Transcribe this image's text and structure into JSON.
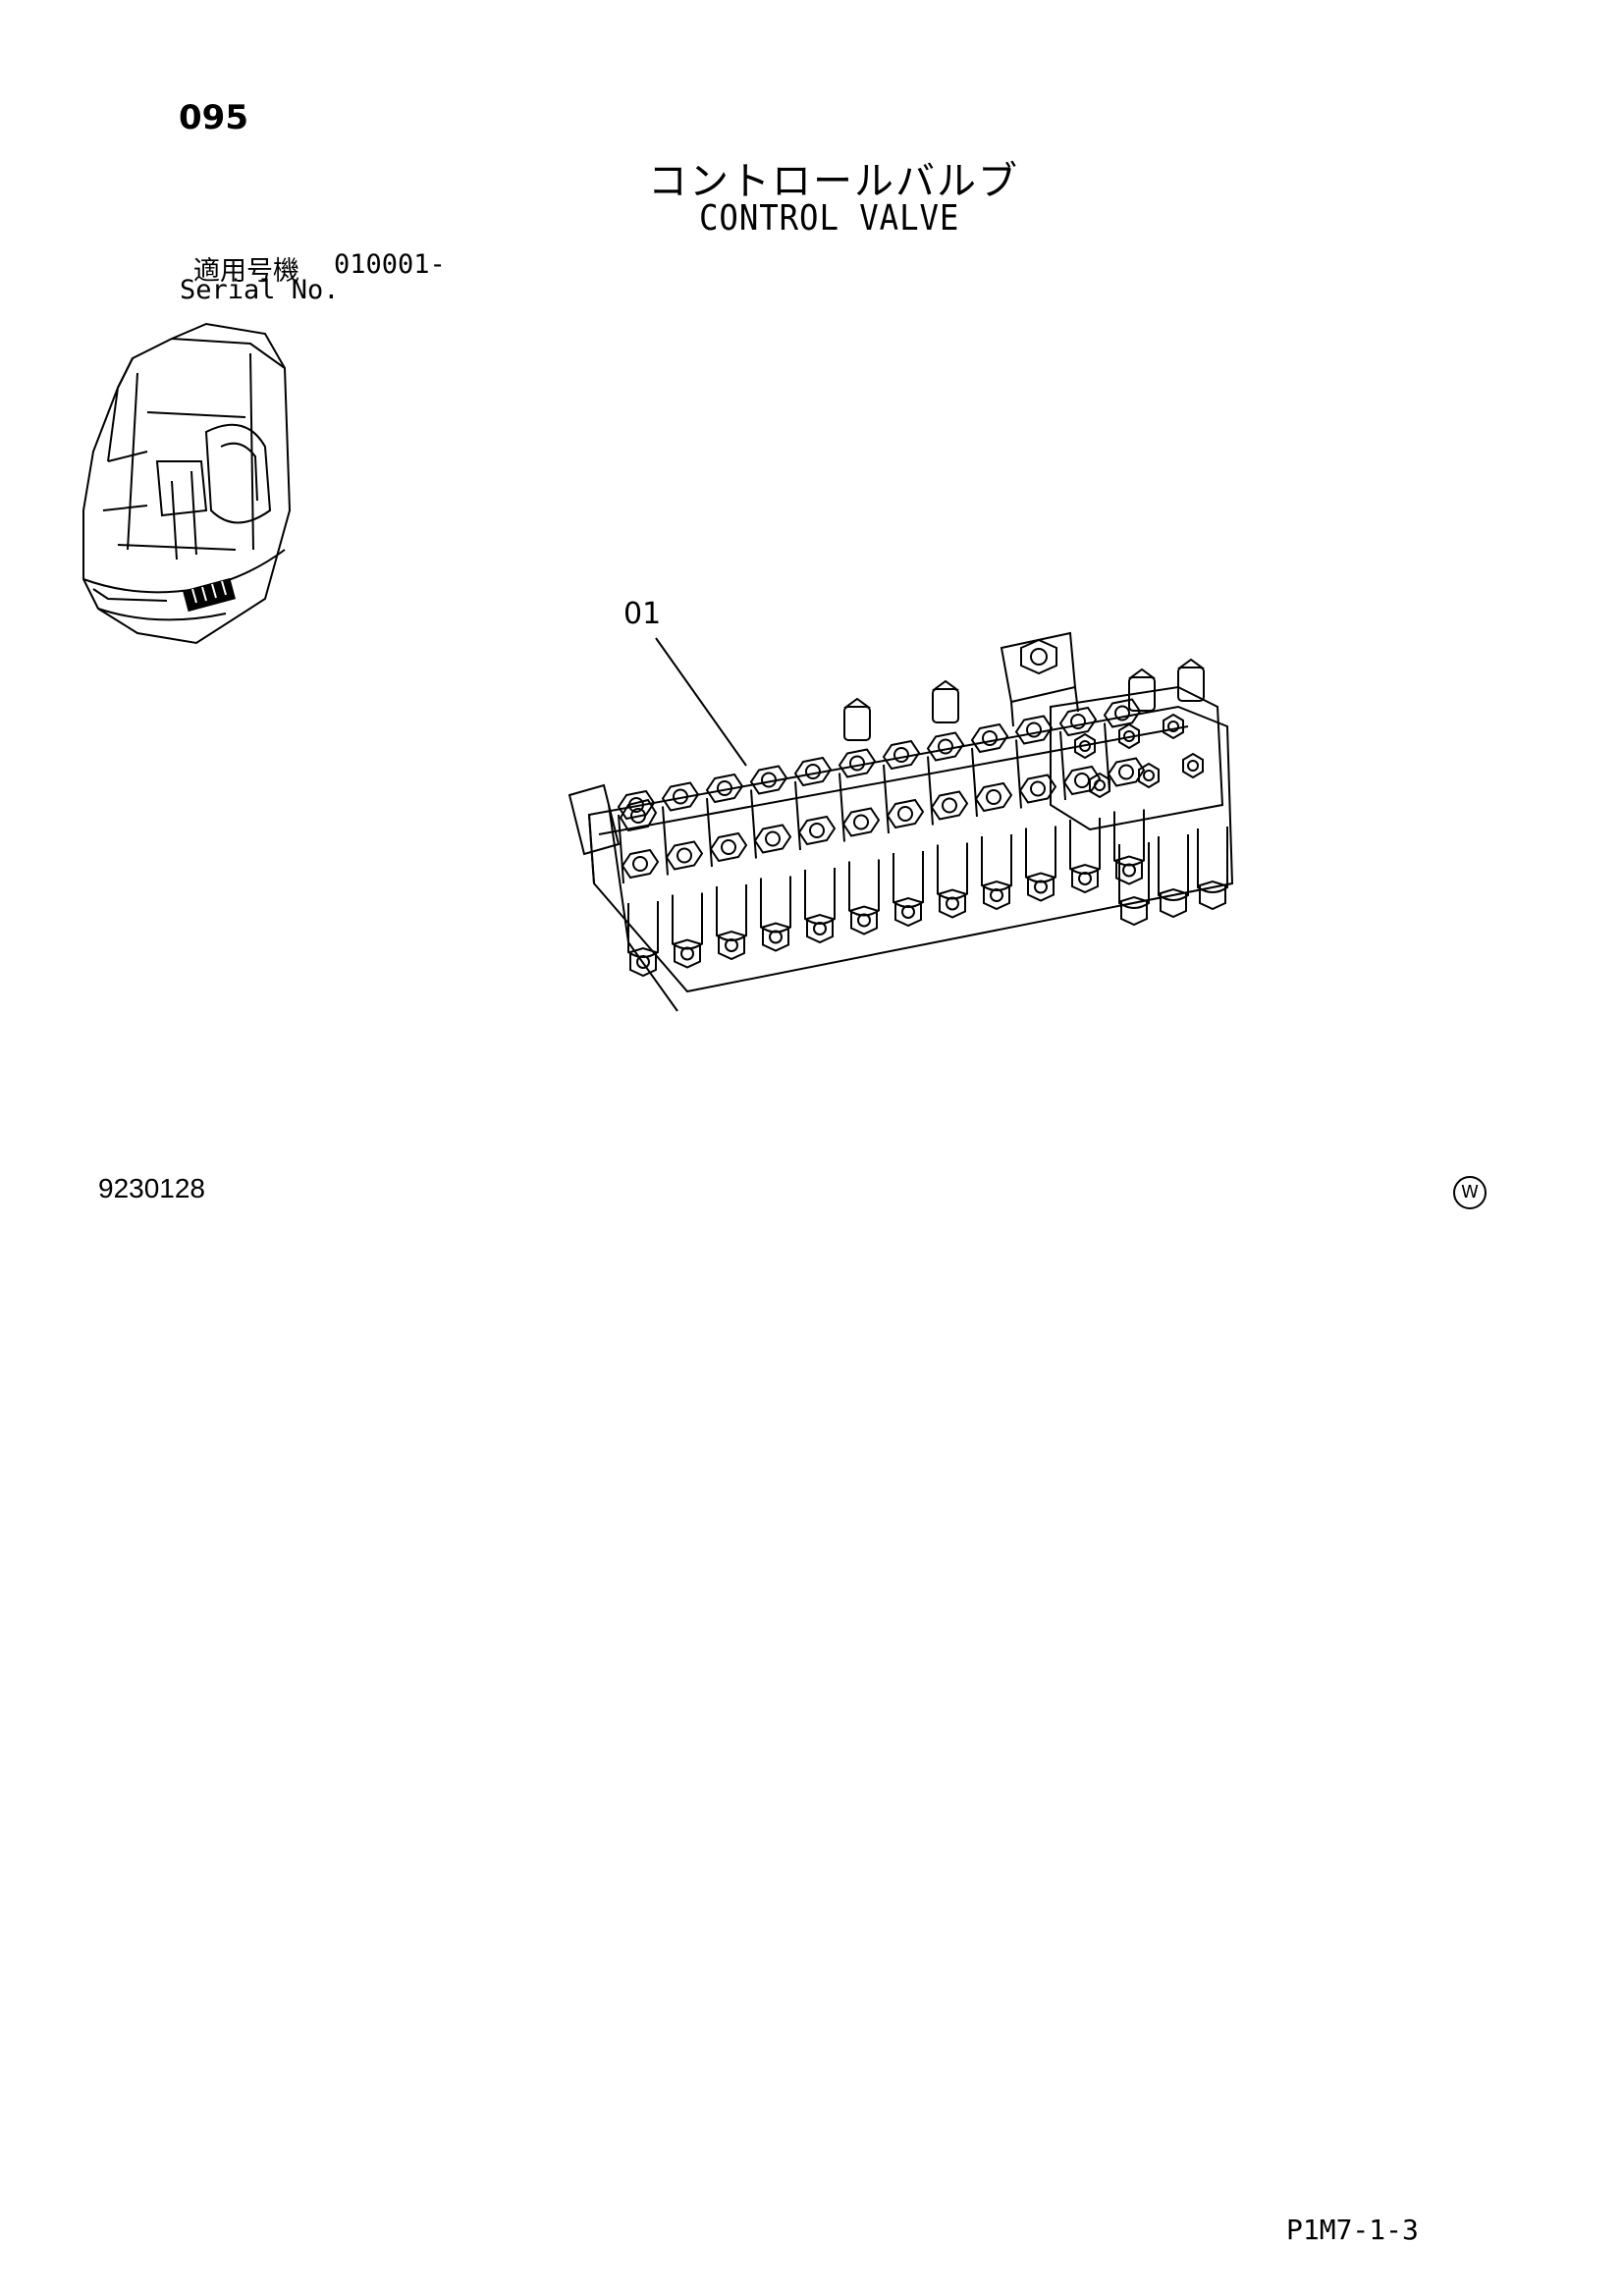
{
  "page_number": "095",
  "title_ja": "コントロールバルブ",
  "title_en": "CONTROL VALVE",
  "serial": {
    "label_ja": "適用号機",
    "label_en": "Serial No.",
    "value": "010001-"
  },
  "callouts": [
    "01"
  ],
  "drawing_number": "9230128",
  "mark": "W",
  "page_code": "P1M7-1-3",
  "icons": [
    "cab-locator-icon",
    "control-valve-drawing"
  ]
}
